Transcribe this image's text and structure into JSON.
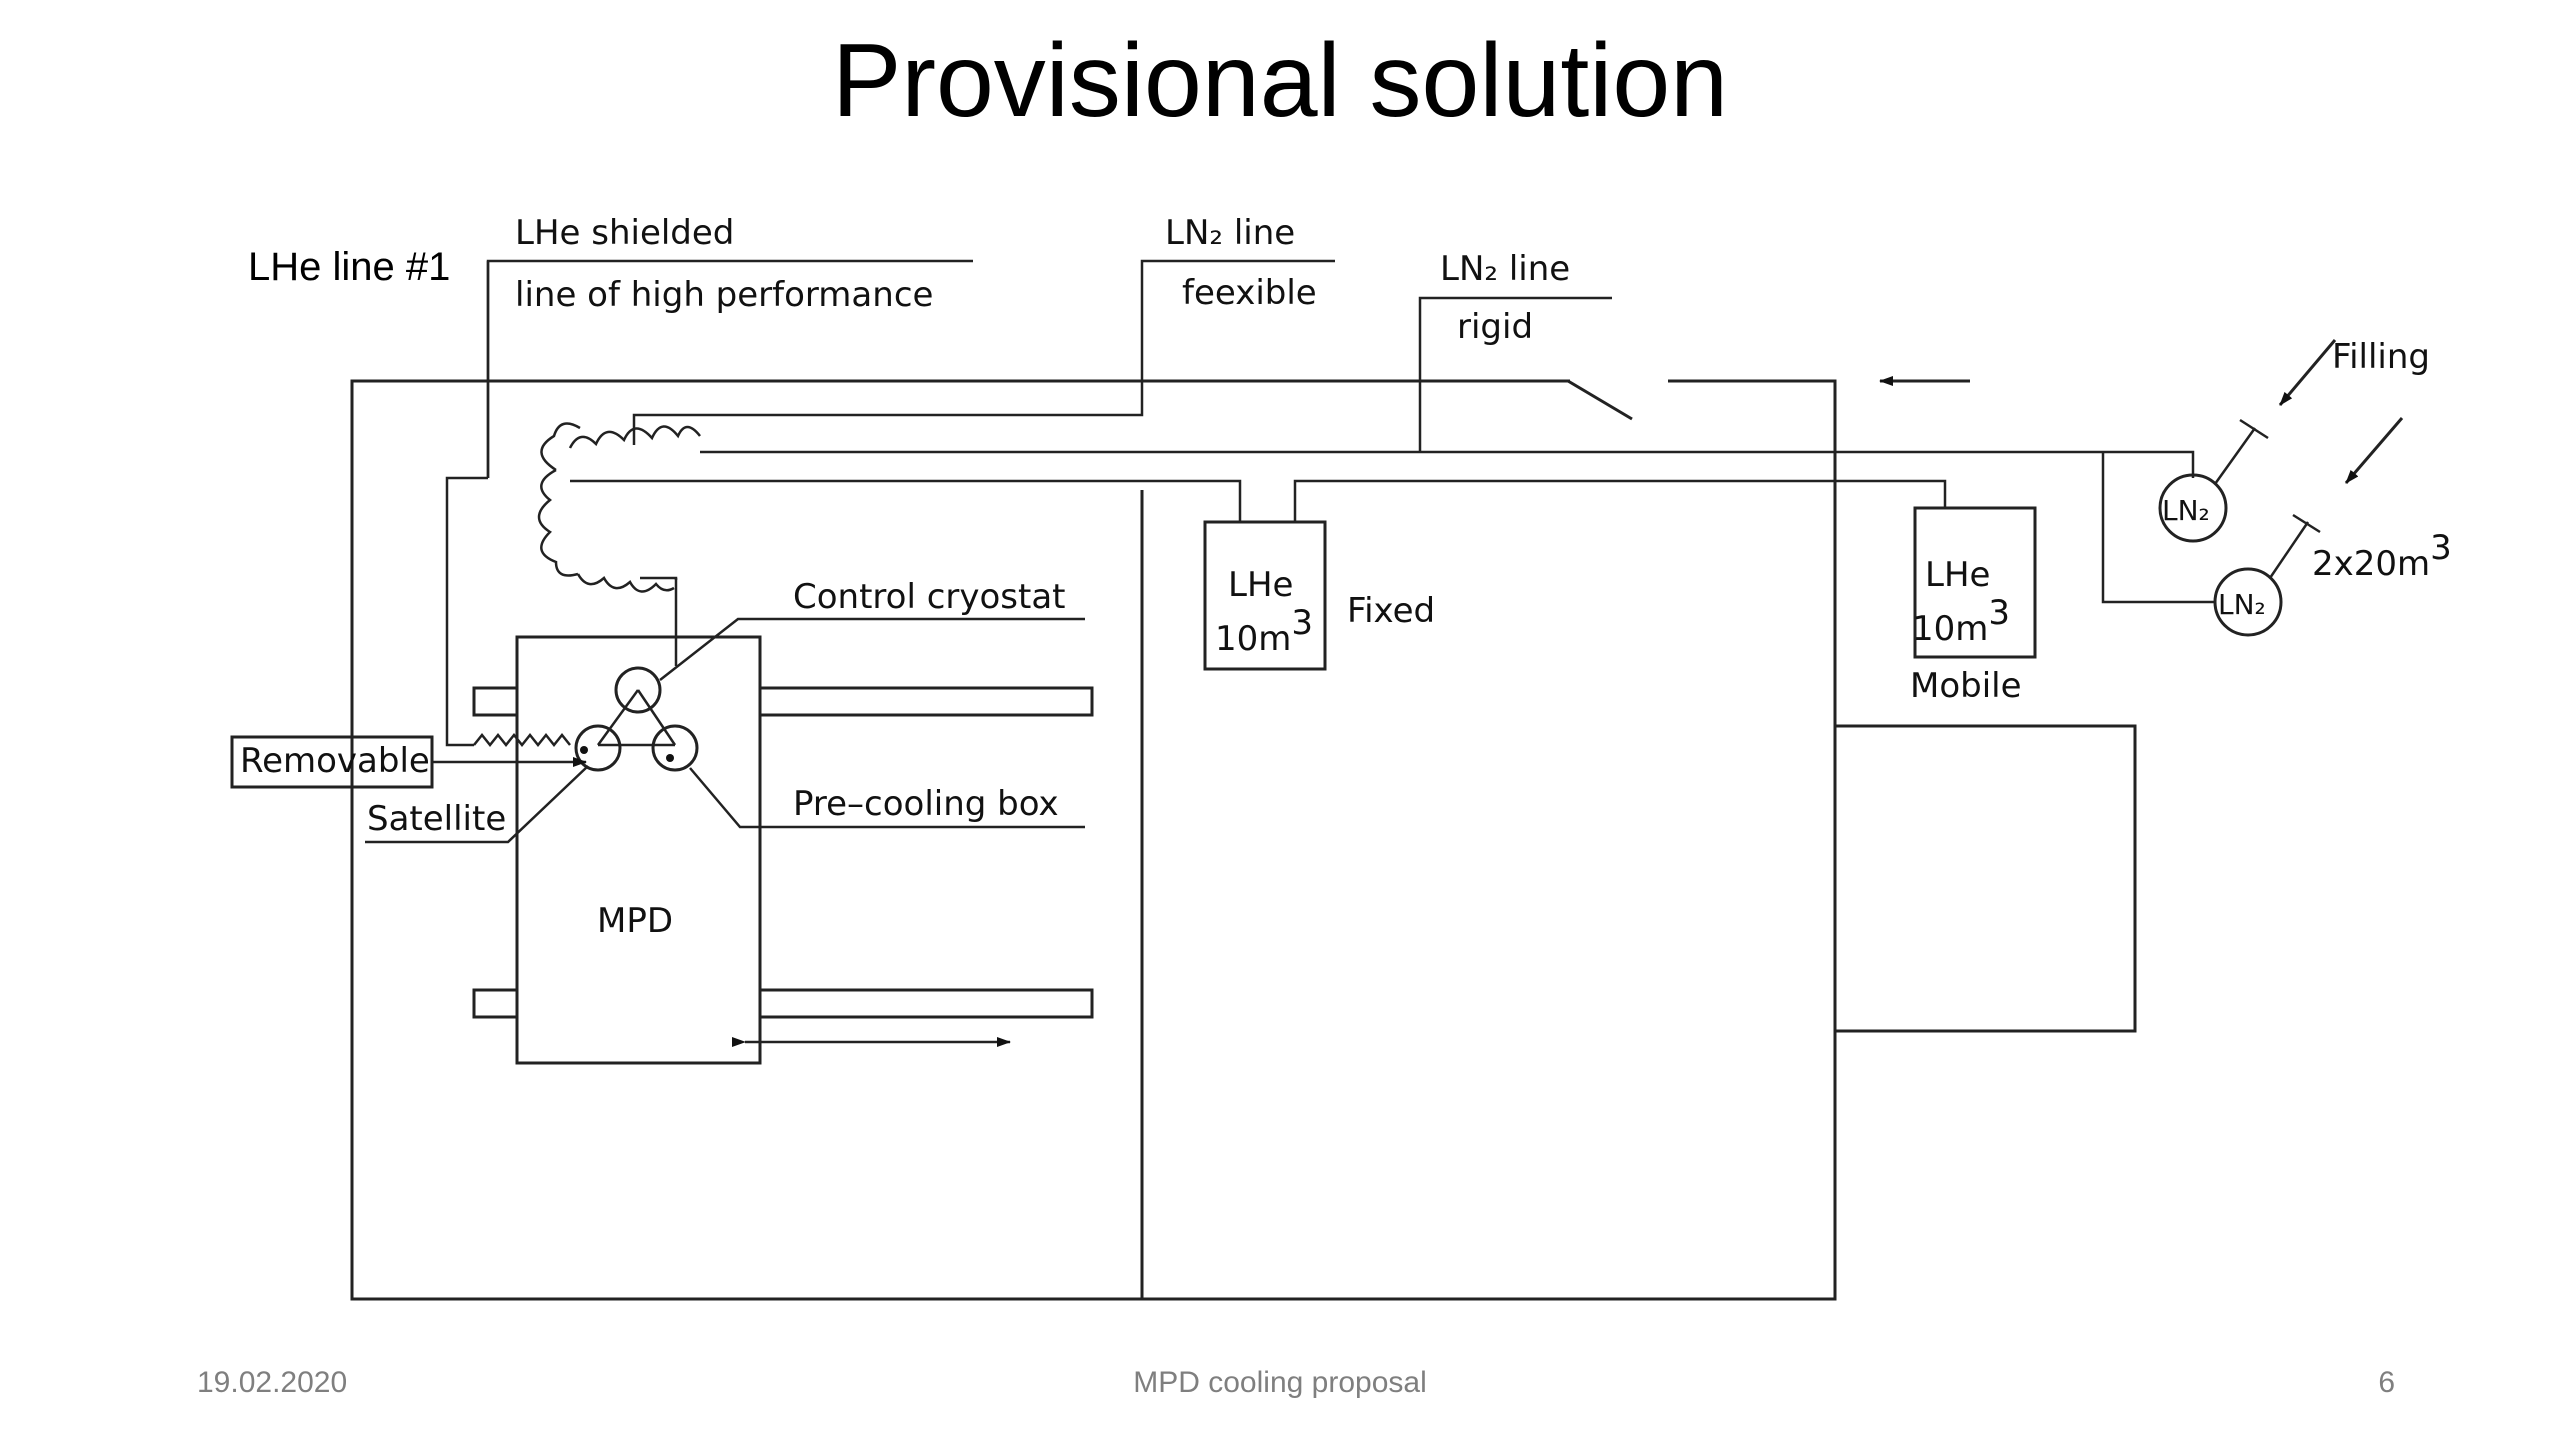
{
  "slide": {
    "title": "Provisional solution",
    "footer_date": "19.02.2020",
    "footer_title": "MPD cooling proposal",
    "page_number": "6"
  },
  "diagram": {
    "lhe_line_title": "LHe line #1",
    "lhe_shielded_1": "LHe shielded",
    "lhe_shielded_2": "line of high performance",
    "ln2_flexible_1": "LN₂ line",
    "ln2_flexible_2": "feexible",
    "ln2_rigid_1": "LN₂ line",
    "ln2_rigid_2": "rigid",
    "filling": "Filling",
    "ln2_tank_label": "LN₂",
    "ln2_tank_capacity": "2x20m",
    "ln2_tank_capacity_sup": "3",
    "lhe_fixed_name": "LHe",
    "lhe_fixed_volume": "10m",
    "lhe_fixed_volume_sup": "3",
    "fixed": "Fixed",
    "lhe_mobile_name": "LHe",
    "lhe_mobile_volume": "10m",
    "lhe_mobile_volume_sup": "3",
    "mobile": "Mobile",
    "control_cryostat": "Control cryostat",
    "pre_cooling_box": "Pre–cooling box",
    "removable": "Removable",
    "satellite": "Satellite",
    "mpd": "MPD"
  }
}
